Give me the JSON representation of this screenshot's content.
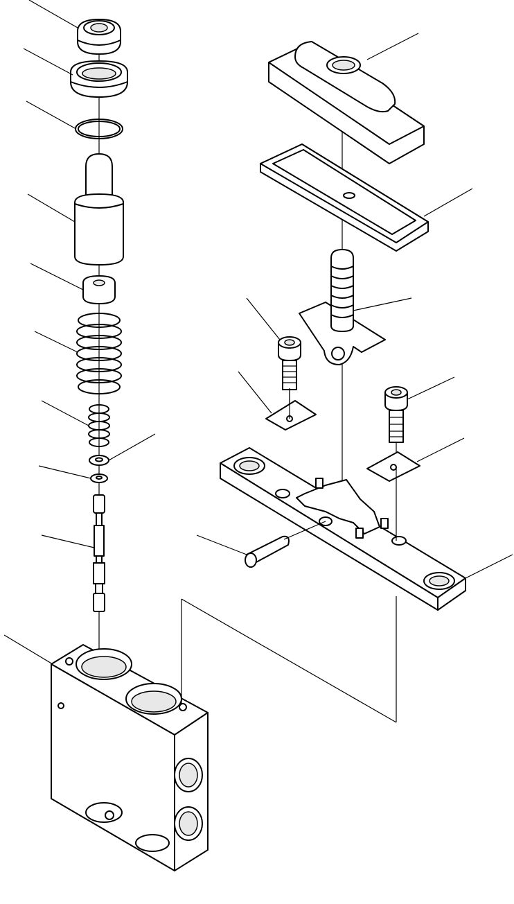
{
  "diagram": {
    "type": "exploded-parts-drawing",
    "background": "#ffffff",
    "line_color": "#000000",
    "left_assembly": {
      "parts": [
        "cap",
        "cap-seat",
        "o-ring",
        "plunger",
        "collar",
        "outer-spring",
        "inner-spring",
        "washer-upper",
        "washer-lower",
        "spool-stem",
        "valve-block"
      ]
    },
    "right_assembly": {
      "parts": [
        "rubber-boot",
        "boot-retainer",
        "lever-arm",
        "cap-screw-left",
        "plate-left",
        "cap-screw-right",
        "plate-right",
        "pin",
        "lever-base"
      ]
    },
    "callout_count": 21
  }
}
